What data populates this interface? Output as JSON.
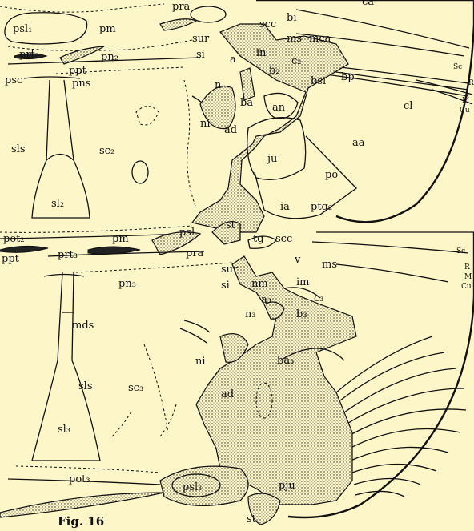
{
  "figure": {
    "caption": "Fig. 16",
    "labels": [
      {
        "id": "psl1",
        "text": "psl₁"
      },
      {
        "id": "pm_top",
        "text": "pm"
      },
      {
        "id": "pra_top",
        "text": "pra"
      },
      {
        "id": "ca",
        "text": "ca"
      },
      {
        "id": "scc_top",
        "text": "scc"
      },
      {
        "id": "bi",
        "text": "bi"
      },
      {
        "id": "ms_top",
        "text": "ms"
      },
      {
        "id": "mca",
        "text": "mca"
      },
      {
        "id": "sur_top",
        "text": "sur"
      },
      {
        "id": "si_top",
        "text": "si"
      },
      {
        "id": "a_top",
        "text": "a"
      },
      {
        "id": "in",
        "text": "in"
      },
      {
        "id": "c2",
        "text": "c₂"
      },
      {
        "id": "b2",
        "text": "b₂"
      },
      {
        "id": "bsi",
        "text": "bsi"
      },
      {
        "id": "bp",
        "text": "bp"
      },
      {
        "id": "prt2",
        "text": "prt₂"
      },
      {
        "id": "pn2",
        "text": "pn₂"
      },
      {
        "id": "ppt_top",
        "text": "ppt"
      },
      {
        "id": "psc",
        "text": "psc"
      },
      {
        "id": "pns",
        "text": "pns"
      },
      {
        "id": "n_top",
        "text": "n"
      },
      {
        "id": "ba_top",
        "text": "ba"
      },
      {
        "id": "an",
        "text": "an"
      },
      {
        "id": "cl",
        "text": "cl"
      },
      {
        "id": "ni_top",
        "text": "ni"
      },
      {
        "id": "ad_top",
        "text": "ad"
      },
      {
        "id": "sls_top",
        "text": "sls"
      },
      {
        "id": "sc2",
        "text": "sc₂"
      },
      {
        "id": "ju",
        "text": "ju"
      },
      {
        "id": "aa",
        "text": "aa"
      },
      {
        "id": "po",
        "text": "po"
      },
      {
        "id": "sl2",
        "text": "sl₂"
      },
      {
        "id": "ia",
        "text": "ia"
      },
      {
        "id": "st_mid",
        "text": "st"
      },
      {
        "id": "ptg2",
        "text": "ptg₂"
      },
      {
        "id": "pot2",
        "text": "pot₂"
      },
      {
        "id": "pm_mid",
        "text": "pm"
      },
      {
        "id": "psl_mid",
        "text": "psl"
      },
      {
        "id": "tg",
        "text": "tg"
      },
      {
        "id": "scc_mid",
        "text": "scc"
      },
      {
        "id": "ppt_mid",
        "text": "ppt"
      },
      {
        "id": "prt3",
        "text": "prt₃"
      },
      {
        "id": "pra_mid",
        "text": "pra"
      },
      {
        "id": "v",
        "text": "v"
      },
      {
        "id": "ms_mid",
        "text": "ms"
      },
      {
        "id": "sur_mid",
        "text": "sur"
      },
      {
        "id": "pn3",
        "text": "pn₃"
      },
      {
        "id": "nm",
        "text": "nm"
      },
      {
        "id": "im",
        "text": "im"
      },
      {
        "id": "si_mid",
        "text": "si"
      },
      {
        "id": "c3",
        "text": "c₃"
      },
      {
        "id": "a3",
        "text": "a₃"
      },
      {
        "id": "mds",
        "text": "mds"
      },
      {
        "id": "n3",
        "text": "n₃"
      },
      {
        "id": "b3",
        "text": "b₃"
      },
      {
        "id": "ni_bot",
        "text": "ni"
      },
      {
        "id": "ba3",
        "text": "ba₃"
      },
      {
        "id": "sls_bot",
        "text": "sls"
      },
      {
        "id": "sc3",
        "text": "sc₃"
      },
      {
        "id": "ad_bot",
        "text": "ad"
      },
      {
        "id": "sl3",
        "text": "sl₃"
      },
      {
        "id": "pot3",
        "text": "pot₃"
      },
      {
        "id": "psl3",
        "text": "psl₃"
      },
      {
        "id": "pju",
        "text": "pju"
      },
      {
        "id": "st_bot",
        "text": "st"
      }
    ],
    "vein_labels": [
      {
        "id": "sc_top",
        "text": "Sc"
      },
      {
        "id": "r_top",
        "text": "R"
      },
      {
        "id": "m_top",
        "text": "M"
      },
      {
        "id": "cu_top",
        "text": "Cu"
      },
      {
        "id": "sc_bot",
        "text": "Sc"
      },
      {
        "id": "r_bot",
        "text": "R"
      },
      {
        "id": "m_bot",
        "text": "M"
      },
      {
        "id": "cu_bot",
        "text": "Cu"
      }
    ]
  }
}
